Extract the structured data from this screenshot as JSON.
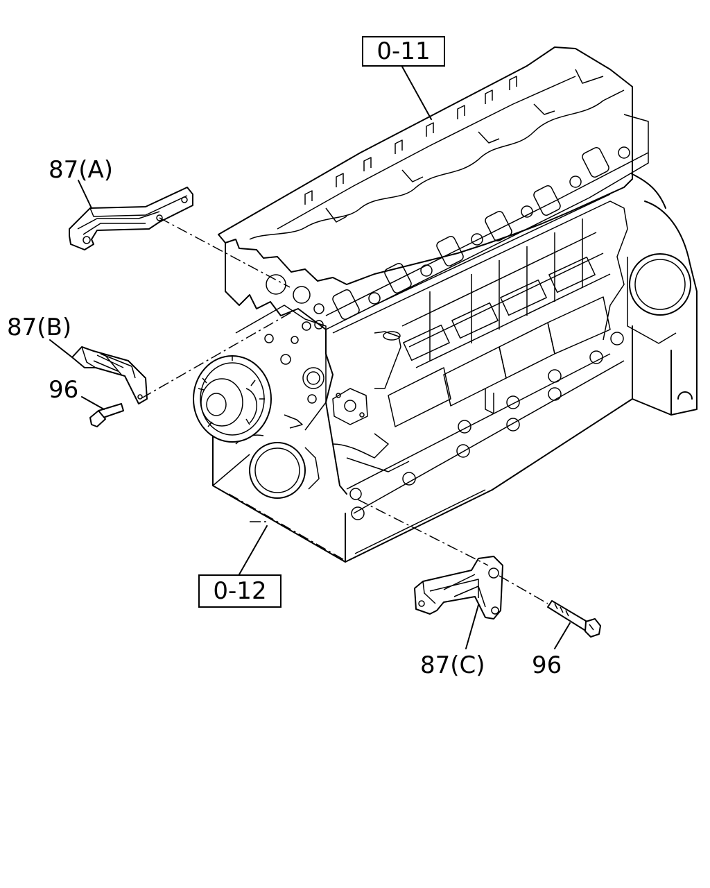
{
  "diagram": {
    "ref_boxes": [
      {
        "text": "0-11"
      },
      {
        "text": "0-12"
      }
    ],
    "callouts": [
      {
        "text": "87(A)"
      },
      {
        "text": "87(B)"
      },
      {
        "text": "96"
      },
      {
        "text": "87(C)"
      },
      {
        "text": "96"
      }
    ]
  }
}
